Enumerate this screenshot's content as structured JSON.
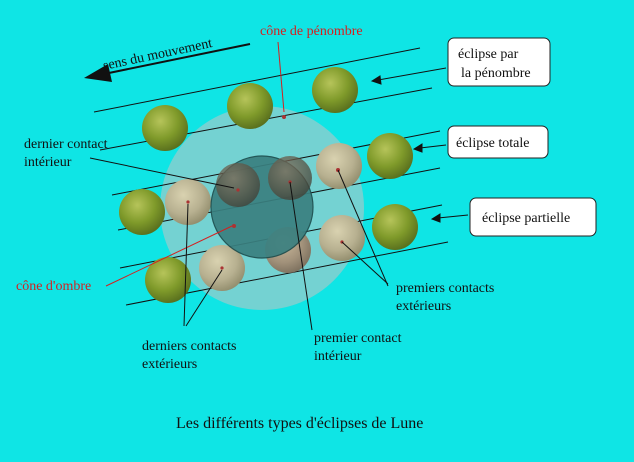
{
  "diagram": {
    "title": "Les différents types d'éclipses de Lune",
    "direction_label": "sens du mouvement",
    "penumbra_cone_label": "cône de pénombre",
    "umbra_cone_label": "cône d'ombre",
    "boxes": {
      "penumbral_line1": "éclipse par",
      "penumbral_line2": "la pénombre",
      "total": "éclipse totale",
      "partial": "éclipse partielle"
    },
    "labels": {
      "last_inner_line1": "dernier contact",
      "last_inner_line2": "intérieur",
      "first_outer_line1": "premiers contacts",
      "first_outer_line2": "extérieurs",
      "last_outer_line1": "derniers contacts",
      "last_outer_line2": "extérieurs",
      "first_inner_line1": "premier contact",
      "first_inner_line2": "intérieur"
    },
    "colors": {
      "background": "#0fe5e5",
      "penumbra": "#7fcfcf",
      "umbra": "#3a8080",
      "moon_bright": "#7f9a2a",
      "moon_dim": "#b7b090",
      "label_red": "#d42020"
    }
  }
}
